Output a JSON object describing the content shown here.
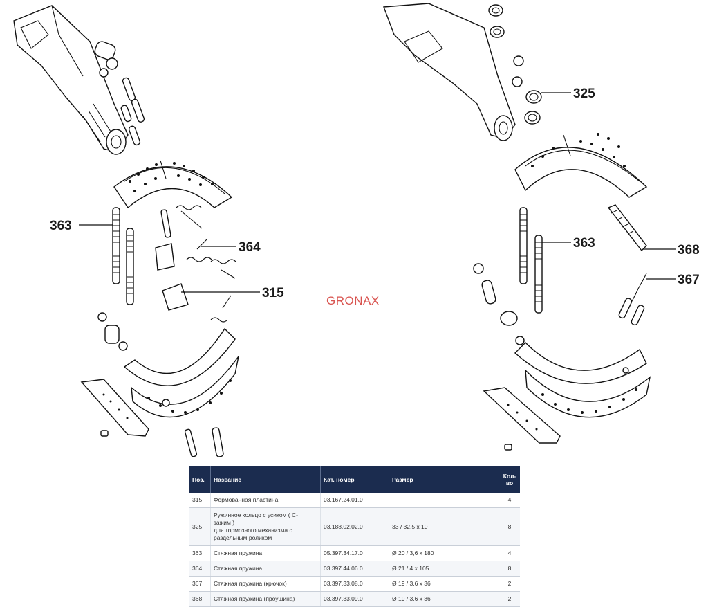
{
  "diagram": {
    "watermark": "GRONAX",
    "callouts": {
      "left_363": "363",
      "left_364": "364",
      "left_315": "315",
      "right_325": "325",
      "right_363": "363",
      "right_368": "368",
      "right_367": "367"
    }
  },
  "table": {
    "headers": [
      "Поз.",
      "Название",
      "Кат. номер",
      "Размер",
      "Кол-во"
    ],
    "rows": [
      {
        "pos": "315",
        "name": [
          "Формованная пластина"
        ],
        "cat": "03.167.24.01.0",
        "size": "",
        "qty": "4"
      },
      {
        "pos": "325",
        "name": [
          "Ружинное кольцо с усиком ( С-",
          "зажим )",
          "для тормозного механизма с",
          "раздельным роликом"
        ],
        "cat": "03.188.02.02.0",
        "size": "33 / 32,5 x 10",
        "qty": "8"
      },
      {
        "pos": "363",
        "name": [
          "Стяжная пружина"
        ],
        "cat": "05.397.34.17.0",
        "size": "Ø 20 / 3,6 x 180",
        "qty": "4"
      },
      {
        "pos": "364",
        "name": [
          "Стяжная пружина"
        ],
        "cat": "03.397.44.06.0",
        "size": "Ø 21 / 4 x 105",
        "qty": "8"
      },
      {
        "pos": "367",
        "name": [
          "Стяжная пружина (крючок)"
        ],
        "cat": "03.397.33.08.0",
        "size": "Ø 19 / 3,6 x 36",
        "qty": "2"
      },
      {
        "pos": "368",
        "name": [
          "Стяжная пружина (проушина)"
        ],
        "cat": "03.397.33.09.0",
        "size": "Ø 19 / 3,6 x 36",
        "qty": "2"
      }
    ]
  }
}
